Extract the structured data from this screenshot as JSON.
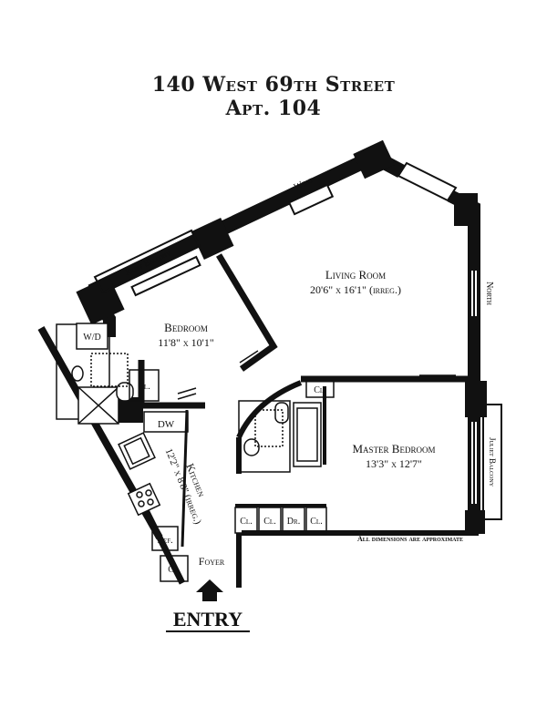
{
  "header": {
    "address": "140 West 69th Street",
    "unit": "Apt. 104"
  },
  "rooms": {
    "living_room": {
      "name": "Living Room",
      "size": "20'6\" x 16'1\" (irreg.)"
    },
    "bedroom": {
      "name": "Bedroom",
      "size": "11'8\" x 10'1\""
    },
    "master_bedroom": {
      "name": "Master Bedroom",
      "size": "13'3\" x 12'7\""
    },
    "kitchen": {
      "name": "Kitchen",
      "size": "12'2\" x 8'8\" (irreg.)"
    },
    "foyer": {
      "name": "Foyer"
    }
  },
  "fixtures": {
    "wd": "W/D",
    "dw": "DW",
    "ref": "Ref.",
    "closet": "Cl.",
    "dressing": "Dr."
  },
  "exposures": {
    "west": "West",
    "north": "North",
    "juliet_balcony": "Juliet Balcony"
  },
  "notes": {
    "disclaimer": "All dimensions are approximate",
    "entry": "ENTRY"
  },
  "colors": {
    "wall": "#111111",
    "paper": "#ffffff",
    "ink": "#111111"
  }
}
